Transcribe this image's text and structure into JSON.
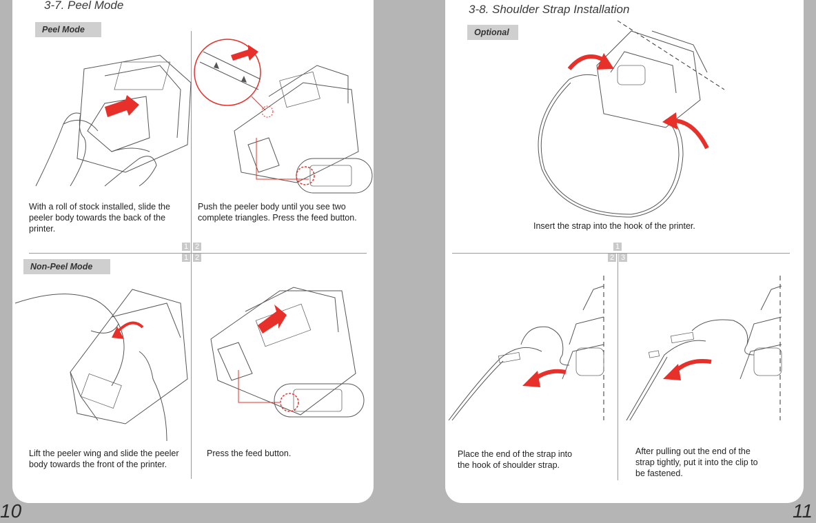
{
  "left": {
    "section_title": "3-7. Peel Mode",
    "peel_tag": "Peel Mode",
    "nonpeel_tag": "Non-Peel Mode",
    "captions": {
      "step1": "With a roll of stock installed, slide the peeler body towards the back of the printer.",
      "step2": "Push the peeler body  until you see two complete triangles. Press the feed button.",
      "step3": "Lift the peeler wing and slide the peeler body towards the front of the printer.",
      "step4": "Press the feed button."
    },
    "step_numbers": {
      "top_left": "1",
      "top_right": "2",
      "bottom_left": "1",
      "bottom_right": "2"
    },
    "page_number": "10"
  },
  "right": {
    "section_title": "3-8. Shoulder Strap Installation",
    "optional_tag": "Optional",
    "captions": {
      "step1": "Insert the strap into the hook of the printer.",
      "step2": "Place the end of the strap into the hook of shoulder strap.",
      "step3": "After pulling out the end of the strap tightly, put it into the clip to be fastened."
    },
    "step_numbers": {
      "top": "1",
      "bottom_left": "2",
      "bottom_right": "3"
    },
    "page_number": "11"
  },
  "colors": {
    "arrow_red": "#e8302a",
    "page_bg": "#b5b5b5",
    "card_bg": "#ffffff",
    "tag_bg": "#cfcfcf"
  },
  "icons": [
    "printer-illustration",
    "hand-illustration",
    "red-arrow",
    "feed-button-highlight",
    "shoulder-strap-illustration"
  ]
}
